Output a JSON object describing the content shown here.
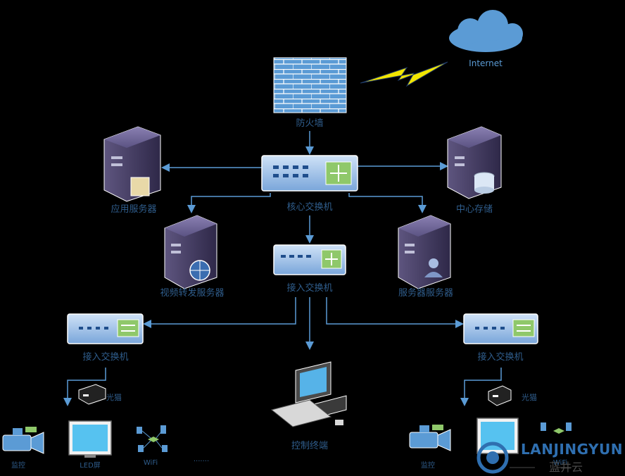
{
  "nodes": {
    "internet": "Internet",
    "firewall": "防火墙",
    "core_switch": "核心交换机",
    "app_server": "应用服务器",
    "central_storage": "中心存储",
    "video_server": "视频转发服务器",
    "access_switch_center": "接入交换机",
    "service_server": "服务器服务器",
    "access_switch_left": "接入交换机",
    "access_switch_right": "接入交换机",
    "control_terminal": "控制终端",
    "left_router": "光猫",
    "right_router": "光猫",
    "left_camera": "监控",
    "left_led": "LED屏",
    "left_wifi": "WiFi",
    "left_dots": "·······",
    "right_camera": "监控",
    "right_wifi": "WiFi"
  },
  "watermark": {
    "title": "LANJINGYUN",
    "subtitle": "蓝井云"
  },
  "colors": {
    "background": "#000000",
    "label": "#2f5d8c",
    "line": "#5b9bd5",
    "firewall": "#5b9bd5",
    "switch_body": "#8fb6e3",
    "server_body": "#4b4270",
    "cloud": "#5b9bd5",
    "lightning": "#f2e600"
  }
}
